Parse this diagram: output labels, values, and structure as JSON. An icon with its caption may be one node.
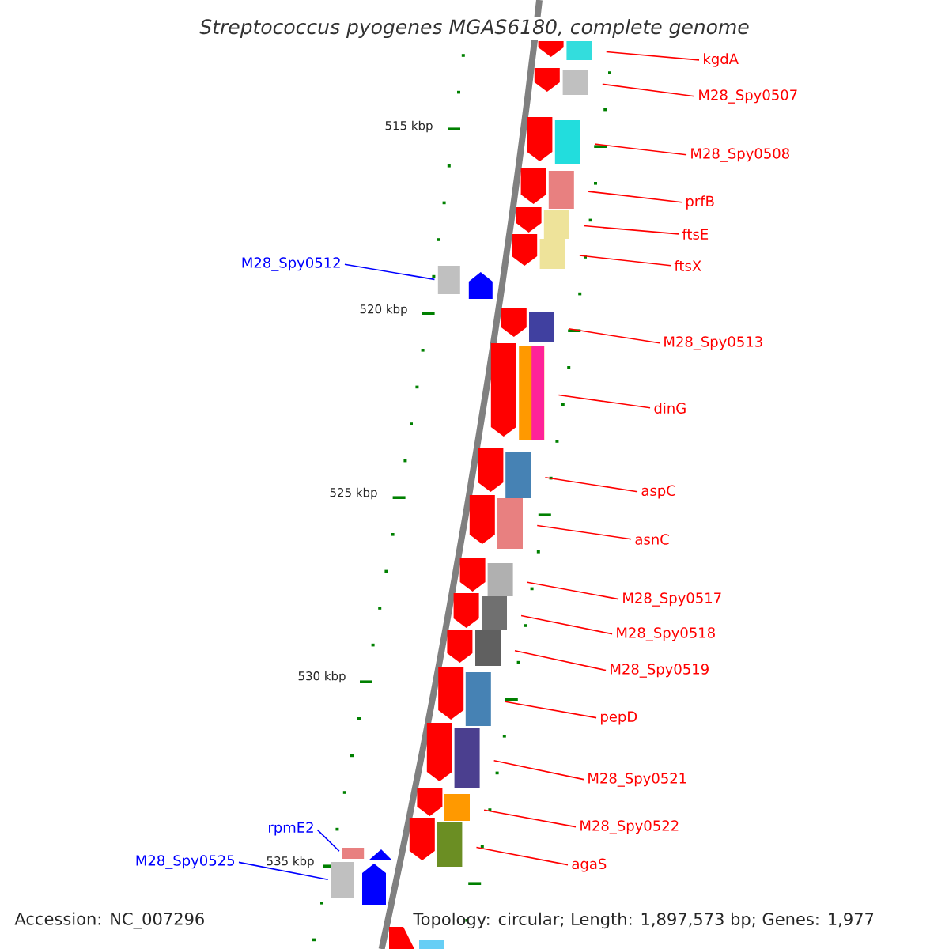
{
  "diagram": {
    "title": "Streptococcus pyogenes MGAS6180, complete genome",
    "nodes": [
      {
        "text": [
          "kgdA"
        ]
      },
      {
        "text": [],
        "shape": "box"
      },
      {
        "text": [
          "M28_Spy0507"
        ]
      },
      {
        "text": [],
        "shape": "box"
      },
      {
        "text": [
          "M28_Spy0508"
        ]
      },
      {
        "text": [],
        "shape": "box"
      },
      {
        "text": [
          "prfB"
        ]
      },
      {
        "text": [],
        "shape": "box"
      },
      {
        "text": [
          "ftsE"
        ]
      },
      {
        "text": [],
        "shape": "box"
      },
      {
        "text": [
          "ftsX"
        ]
      },
      {
        "text": [],
        "shape": "box"
      },
      {
        "text": [
          "M28_Spy0512"
        ]
      },
      {
        "text": [],
        "shape": "box"
      },
      {
        "text": [
          "M28_Spy0513"
        ]
      },
      {
        "text": [],
        "shape": "box"
      },
      {
        "text": [
          "dinG"
        ]
      },
      {
        "text": [],
        "shape": "box"
      },
      {
        "text": [
          "aspC"
        ]
      },
      {
        "text": [],
        "shape": "box"
      },
      {
        "text": [
          "asnC"
        ]
      },
      {
        "text": [],
        "shape": "box"
      },
      {
        "text": [
          "M28_Spy0517"
        ]
      },
      {
        "text": [],
        "shape": "box"
      },
      {
        "text": [
          "M28_Spy0518"
        ]
      },
      {
        "text": [],
        "shape": "box"
      },
      {
        "text": [
          "M28_Spy0519"
        ]
      },
      {
        "text": [],
        "shape": "box"
      },
      {
        "text": [
          "pepD"
        ]
      },
      {
        "text": [],
        "shape": "box"
      },
      {
        "text": [
          "M28_Spy0521"
        ]
      },
      {
        "text": [],
        "shape": "box"
      },
      {
        "text": [
          "M28_Spy0522"
        ]
      },
      {
        "text": [],
        "shape": "box"
      },
      {
        "text": [
          "rpmE2"
        ]
      },
      {
        "text": [],
        "shape": "box"
      },
      {
        "text": [
          "M28_Spy0525"
        ]
      },
      {
        "text": [],
        "shape": "box"
      },
      {
        "text": [
          "agaS"
        ]
      },
      {
        "text": [],
        "shape": "box"
      }
    ],
    "edges": [
      {
        "from": 0,
        "to": 1,
        "arrow": "none"
      },
      {
        "from": 2,
        "to": 3,
        "arrow": "none"
      },
      {
        "from": 4,
        "to": 5,
        "arrow": "none"
      },
      {
        "from": 6,
        "to": 7,
        "arrow": "none"
      },
      {
        "from": 8,
        "to": 9,
        "arrow": "none"
      },
      {
        "from": 10,
        "to": 11,
        "arrow": "none"
      },
      {
        "from": 12,
        "to": 13,
        "arrow": "none",
        "color": "#0000ff"
      },
      {
        "from": 14,
        "to": 15,
        "arrow": "none"
      },
      {
        "from": 16,
        "to": 17,
        "arrow": "none"
      },
      {
        "from": 18,
        "to": 19,
        "arrow": "none"
      },
      {
        "from": 20,
        "to": 21,
        "arrow": "none"
      },
      {
        "from": 22,
        "to": 23,
        "arrow": "none"
      },
      {
        "from": 24,
        "to": 25,
        "arrow": "none"
      },
      {
        "from": 26,
        "to": 27,
        "arrow": "none"
      },
      {
        "from": 28,
        "to": 29,
        "arrow": "none"
      },
      {
        "from": 30,
        "to": 31,
        "arrow": "none"
      },
      {
        "from": 32,
        "to": 33,
        "arrow": "none"
      },
      {
        "from": 34,
        "to": 35,
        "arrow": "none",
        "color": "#0000ff"
      },
      {
        "from": 36,
        "to": 37,
        "arrow": "none",
        "color": "#0000ff"
      },
      {
        "from": 38,
        "to": 39,
        "arrow": "none"
      }
    ],
    "labels": [
      "515 kbp",
      "520 kbp",
      "525 kbp",
      "530 kbp",
      "535 kbp",
      "Accession: NC_007296",
      "Topology: circular; Length: 1,897,573 bp; Genes: 1,977"
    ]
  }
}
